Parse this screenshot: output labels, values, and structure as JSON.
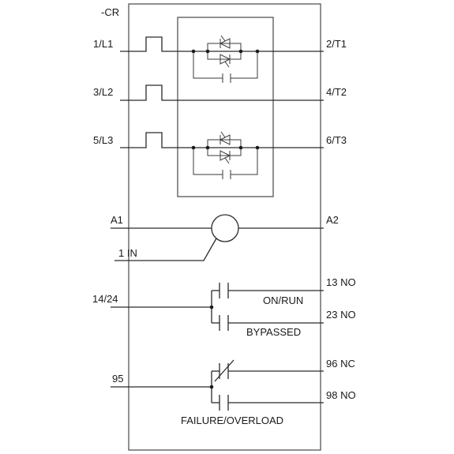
{
  "device_tag": "-CR",
  "terminals": {
    "l1": "1/L1",
    "l2": "3/L2",
    "l3": "5/L3",
    "t1": "2/T1",
    "t2": "4/T2",
    "t3": "6/T3",
    "a1": "A1",
    "a2": "A2",
    "in1": "1 IN",
    "c1424": "14/24",
    "no13": "13 NO",
    "no23": "23 NO",
    "c95": "95",
    "nc96": "96 NC",
    "no98": "98 NO"
  },
  "contact_labels": {
    "on_run": "ON/RUN",
    "bypassed": "BYPASSED",
    "failure_overload": "FAILURE/OVERLOAD"
  },
  "colors": {
    "line": "#2a2a2a",
    "box": "#555555",
    "text": "#1a1a1a"
  }
}
